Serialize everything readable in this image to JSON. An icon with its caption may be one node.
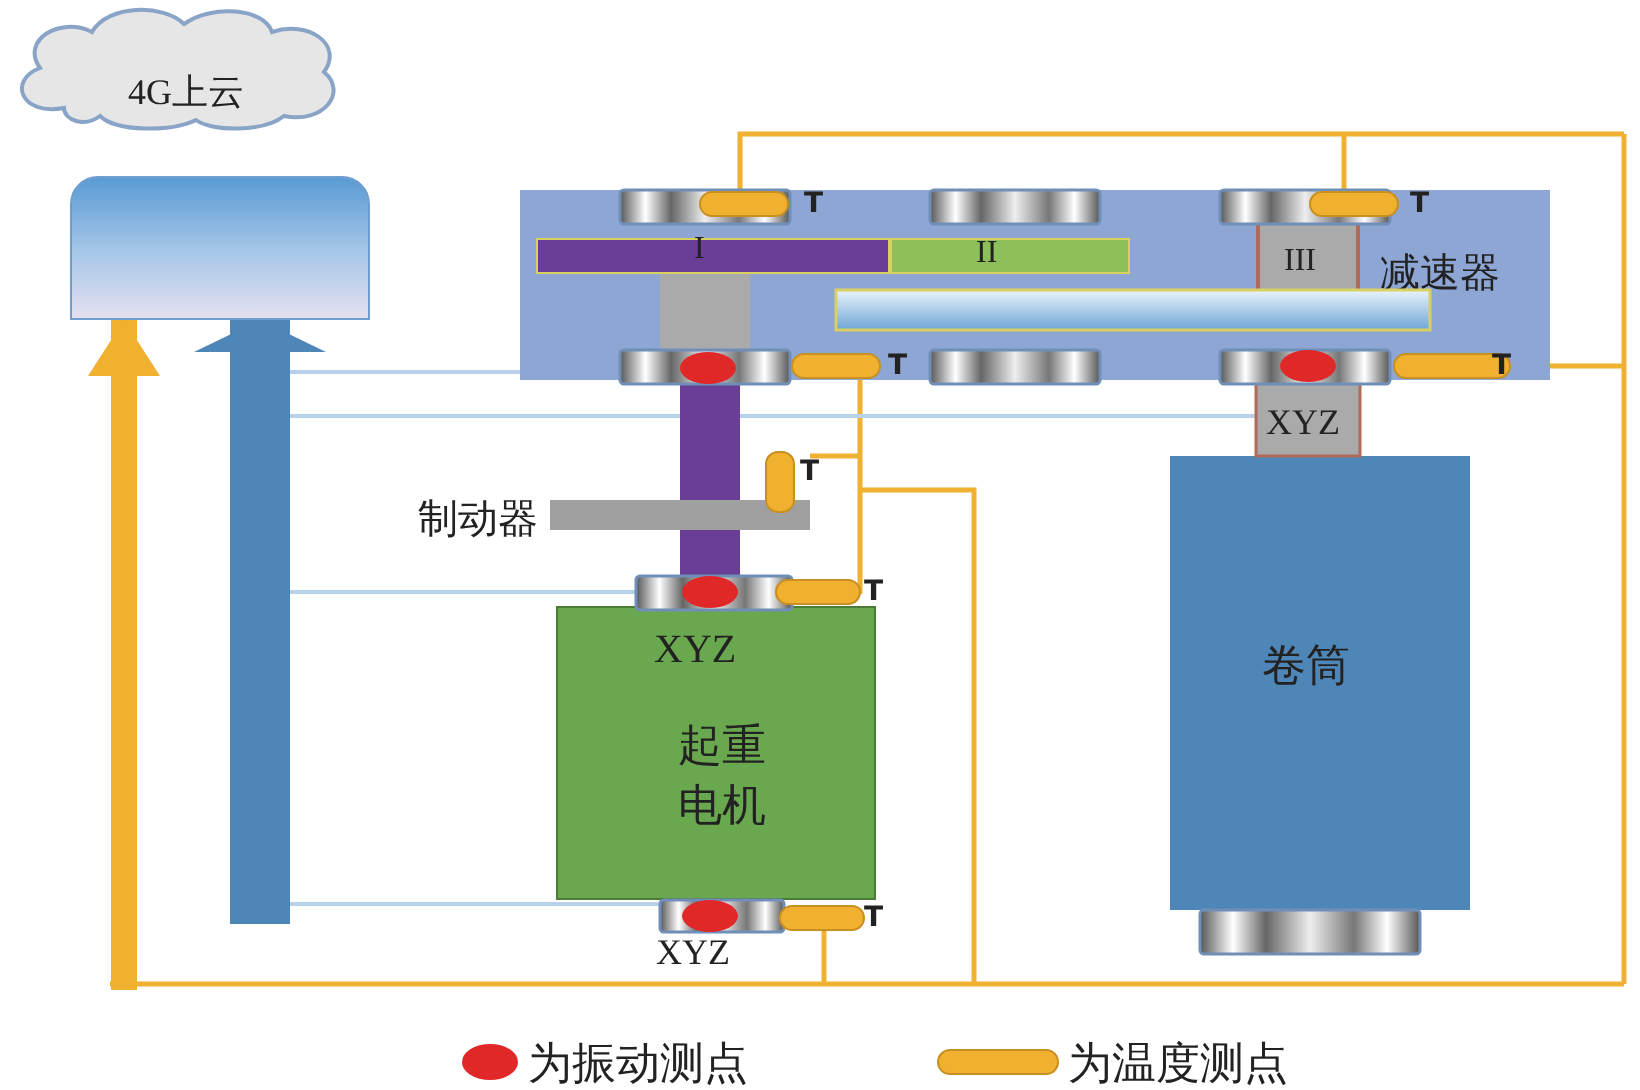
{
  "diagram": {
    "nodes": [
      {
        "text": [
          "4G上云"
        ]
      },
      {
        "text": [],
        "shape": "box"
      },
      {
        "text": [
          "减速器"
        ]
      },
      {
        "text": [
          "I"
        ],
        "in": 2
      },
      {
        "text": [
          "II"
        ],
        "in": 2
      },
      {
        "text": [
          "III"
        ],
        "in": 2
      },
      {
        "text": [
          "制动器"
        ]
      },
      {
        "text": [
          "XYZ",
          "起重电机"
        ]
      },
      {
        "text": [
          "卷筒"
        ]
      }
    ],
    "edges": [
      {
        "from": null,
        "to": 1,
        "arrow": "to",
        "color": "#f0b030"
      },
      {
        "from": null,
        "to": 1,
        "arrow": "to",
        "style": "thick",
        "color": "#4f86b8"
      }
    ],
    "labels": [
      "T",
      "T",
      "T",
      "T",
      "XYZ",
      "T",
      "T",
      "T",
      "XYZ"
    ],
    "legend": [
      {
        "text": "为振动测点",
        "color": "#e02828"
      },
      {
        "text": "为温度测点"
      }
    ]
  }
}
